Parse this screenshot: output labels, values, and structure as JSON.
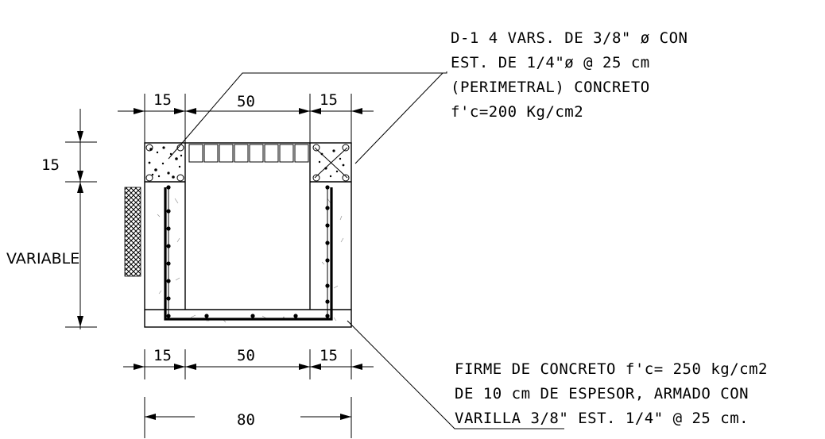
{
  "dimensions": {
    "top_left": "15",
    "top_center": "50",
    "top_right": "15",
    "left_height": "15",
    "left_variable": "VARIABLE",
    "bottom_left": "15",
    "bottom_center": "50",
    "bottom_right": "15",
    "overall_width": "80"
  },
  "notes": {
    "top": [
      "D-1 4 VARS. DE 3/8\" ø CON",
      "EST. DE 1/4\"ø @ 25 cm",
      "(PERIMETRAL) CONCRETO",
      "f'c=200 Kg/cm2"
    ],
    "bottom": [
      "FIRME DE CONCRETO f'c= 250 kg/cm2",
      "DE 10 cm DE ESPESOR, ARMADO CON",
      "VARILLA 3/8\" EST. 1/4\" @ 25 cm."
    ]
  }
}
